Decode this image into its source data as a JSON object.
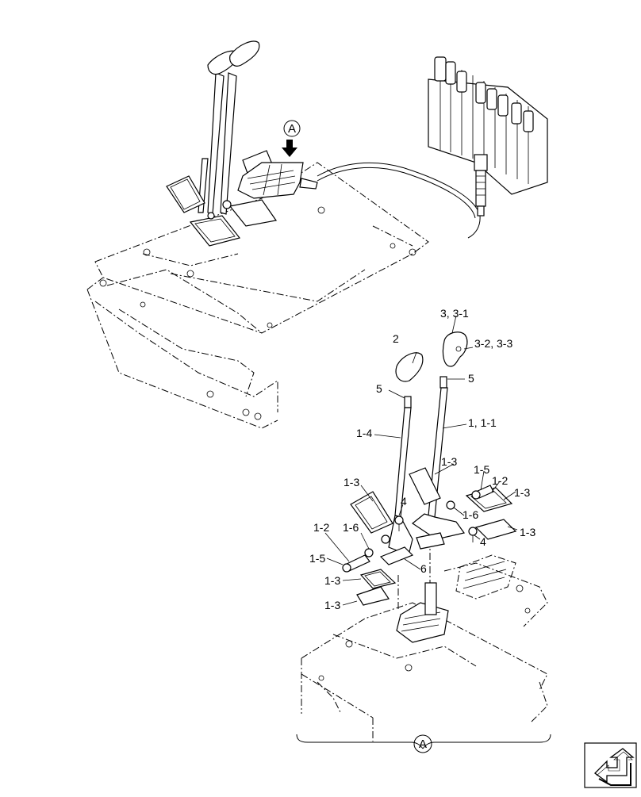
{
  "detail_marker": "A",
  "labels": {
    "l_33_1": "3, 3-1",
    "l_2": "2",
    "l_32_33": "3-2, 3-3",
    "l_5_left": "5",
    "l_5_right": "5",
    "l_1_11": "1, 1-1",
    "l_14": "1-4",
    "l_13_mid": "1-3",
    "l_15_right": "1-5",
    "l_12_right": "1-2",
    "l_13_right_a": "1-3",
    "l_13_left_top": "1-3",
    "l_4_top": "4",
    "l_16_right": "1-6",
    "l_13_right_b": "1-3",
    "l_4_bottom": "4",
    "l_12_left": "1-2",
    "l_16_left": "1-6",
    "l_15_left": "1-5",
    "l_6": "6",
    "l_13_left_a": "1-3",
    "l_13_left_b": "1-3"
  },
  "nav_icon": "return-arrow-icon"
}
